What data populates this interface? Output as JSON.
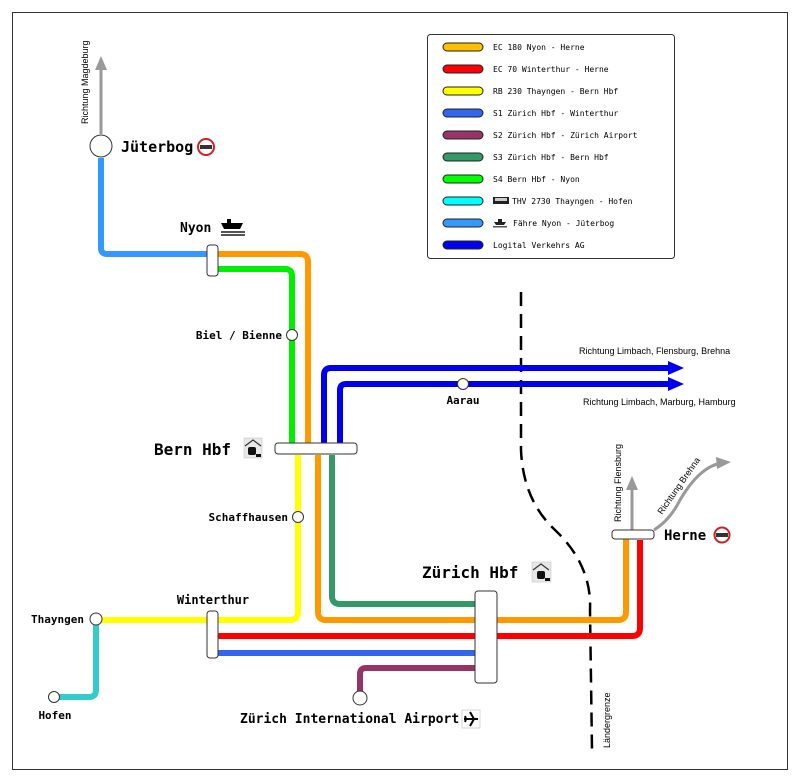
{
  "legend": {
    "items": [
      {
        "label": "EC 180 Nyon - Herne",
        "color": "#ffc000",
        "icon": null
      },
      {
        "label": "EC 70 Winterthur - Herne",
        "color": "#ff0000",
        "icon": null
      },
      {
        "label": "RB 230 Thayngen - Bern Hbf",
        "color": "#ffff00",
        "icon": null
      },
      {
        "label": "S1 Zürich Hbf - Winterthur",
        "color": "#3366ee",
        "icon": null
      },
      {
        "label": "S2 Zürich Hbf - Zürich Airport",
        "color": "#993366",
        "icon": null
      },
      {
        "label": "S3 Zürich Hbf - Bern Hbf",
        "color": "#339966",
        "icon": null
      },
      {
        "label": "S4 Bern Hbf - Nyon",
        "color": "#00ff00",
        "icon": null
      },
      {
        "label": "THV 2730 Thayngen - Hofen",
        "color": "#00ffff",
        "icon": "bus-icon"
      },
      {
        "label": "Fähre Nyon - Jüterbog",
        "color": "#3399ff",
        "icon": "ferry-icon"
      },
      {
        "label": "Logital Verkehrs AG",
        "color": "#0000ee",
        "icon": null
      }
    ]
  },
  "line_colors": {
    "ec180": "#ff9900",
    "ec70": "#ff0000",
    "rb230": "#ffff00",
    "s1": "#3366ee",
    "s2": "#993366",
    "s3": "#339966",
    "s4": "#00ee00",
    "thv2730": "#33cccc",
    "ferry": "#3399ff",
    "logital": "#0000ee"
  },
  "stations": {
    "jueterbog": {
      "name": "Jüterbog",
      "icon": "no-entry-icon"
    },
    "nyon": {
      "name": "Nyon",
      "icon": "ferry-icon"
    },
    "biel": {
      "name": "Biel / Bienne"
    },
    "bern": {
      "name": "Bern Hbf",
      "icon": "train-station-icon"
    },
    "schaffhausen": {
      "name": "Schaffhausen"
    },
    "aarau": {
      "name": "Aarau"
    },
    "winterthur": {
      "name": "Winterthur"
    },
    "thayngen": {
      "name": "Thayngen"
    },
    "hofen": {
      "name": "Hofen"
    },
    "zuerich": {
      "name": "Zürich Hbf",
      "icon": "train-station-icon"
    },
    "airport": {
      "name": "Zürich International Airport",
      "icon": "airplane-icon"
    },
    "herne": {
      "name": "Herne",
      "icon": "no-entry-icon"
    }
  },
  "directions": {
    "magdeburg": "Richtung Magdeburg",
    "limbach_flensburg_brehna": "Richtung Limbach, Flensburg, Brehna",
    "limbach_marburg_hamburg": "Richtung Limbach, Marburg, Hamburg",
    "flensburg": "Richtung Flensburg",
    "brehna": "Richtung Brehna"
  },
  "border_label": "Ländergrenze"
}
